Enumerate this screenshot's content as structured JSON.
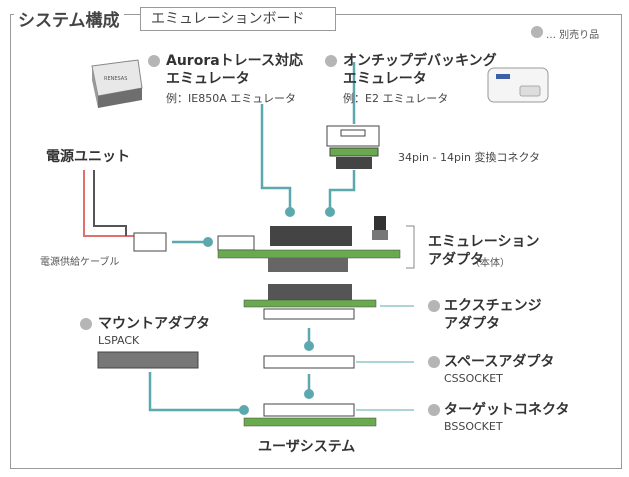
{
  "header": {
    "title": "システム構成",
    "subtitle": "エミュレーションボード"
  },
  "legend": {
    "label": "… 別売り品"
  },
  "components": {
    "aurora": {
      "line1": "Auroraトレース対応",
      "line2": "エミュレータ",
      "example": "例：IE850A エミュレータ"
    },
    "onchip": {
      "line1": "オンチップデバッキング",
      "line2": "エミュレータ",
      "example": "例：E2 エミュレータ"
    },
    "converter": {
      "label": "34pin - 14pin 変換コネクタ"
    },
    "power_unit": {
      "label": "電源ユニット"
    },
    "power_cable": {
      "label": "電源供給ケーブル"
    },
    "emulation_adapter": {
      "line1": "エミュレーション",
      "line2": "アダプタ",
      "note": "（本体）"
    },
    "extension_adapter": {
      "line1": "エクスチェンジ",
      "line2": "アダプタ"
    },
    "mount_adapter": {
      "line1": "マウントアダプタ",
      "sub": "LSPACK"
    },
    "space_adapter": {
      "line1": "スペースアダプタ",
      "sub": "CSSOCKET"
    },
    "target_connector": {
      "line1": "ターゲットコネクタ",
      "sub": "BSSOCKET"
    },
    "user_system": {
      "label": "ユーザシステム"
    }
  },
  "colors": {
    "teal": "#5ba8ae",
    "green": "#6aaa4e",
    "red": "#e0706e",
    "dark": "#555555",
    "gray_dot": "#b5b5b5"
  }
}
